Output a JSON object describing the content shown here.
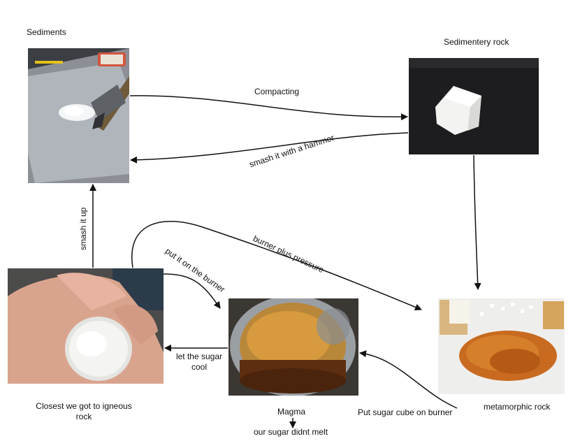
{
  "nodes": {
    "sediments": {
      "title": "Sediments",
      "image": "sugar-and-hammer-photo"
    },
    "sedimentary": {
      "title": "Sedimentery rock",
      "image": "sugar-cube-photo"
    },
    "metamorphic": {
      "title": "metamorphic rock",
      "image": "melted-sugar-crystals-photo"
    },
    "magma": {
      "title": "Magma",
      "image": "melted-sugar-pan-photo",
      "note": "our sugar didnt melt"
    },
    "igneous": {
      "title_line1": "Closest we got to igneous",
      "title_line2": "rock",
      "image": "sugar-disc-in-hand-photo"
    }
  },
  "edges": {
    "compacting": "Compacting",
    "smash_hammer": "smash it with a hammer",
    "smash_up": "smash it up",
    "burner_pressure": "burner plus pressure",
    "put_on_burner": "put it on the burner",
    "let_cool_1": "let the sugar",
    "let_cool_2": "cool",
    "sugar_cube_burner": "Put sugar cube on burner"
  },
  "colors": {
    "arrow": "#111111",
    "background": "#ffffff"
  }
}
